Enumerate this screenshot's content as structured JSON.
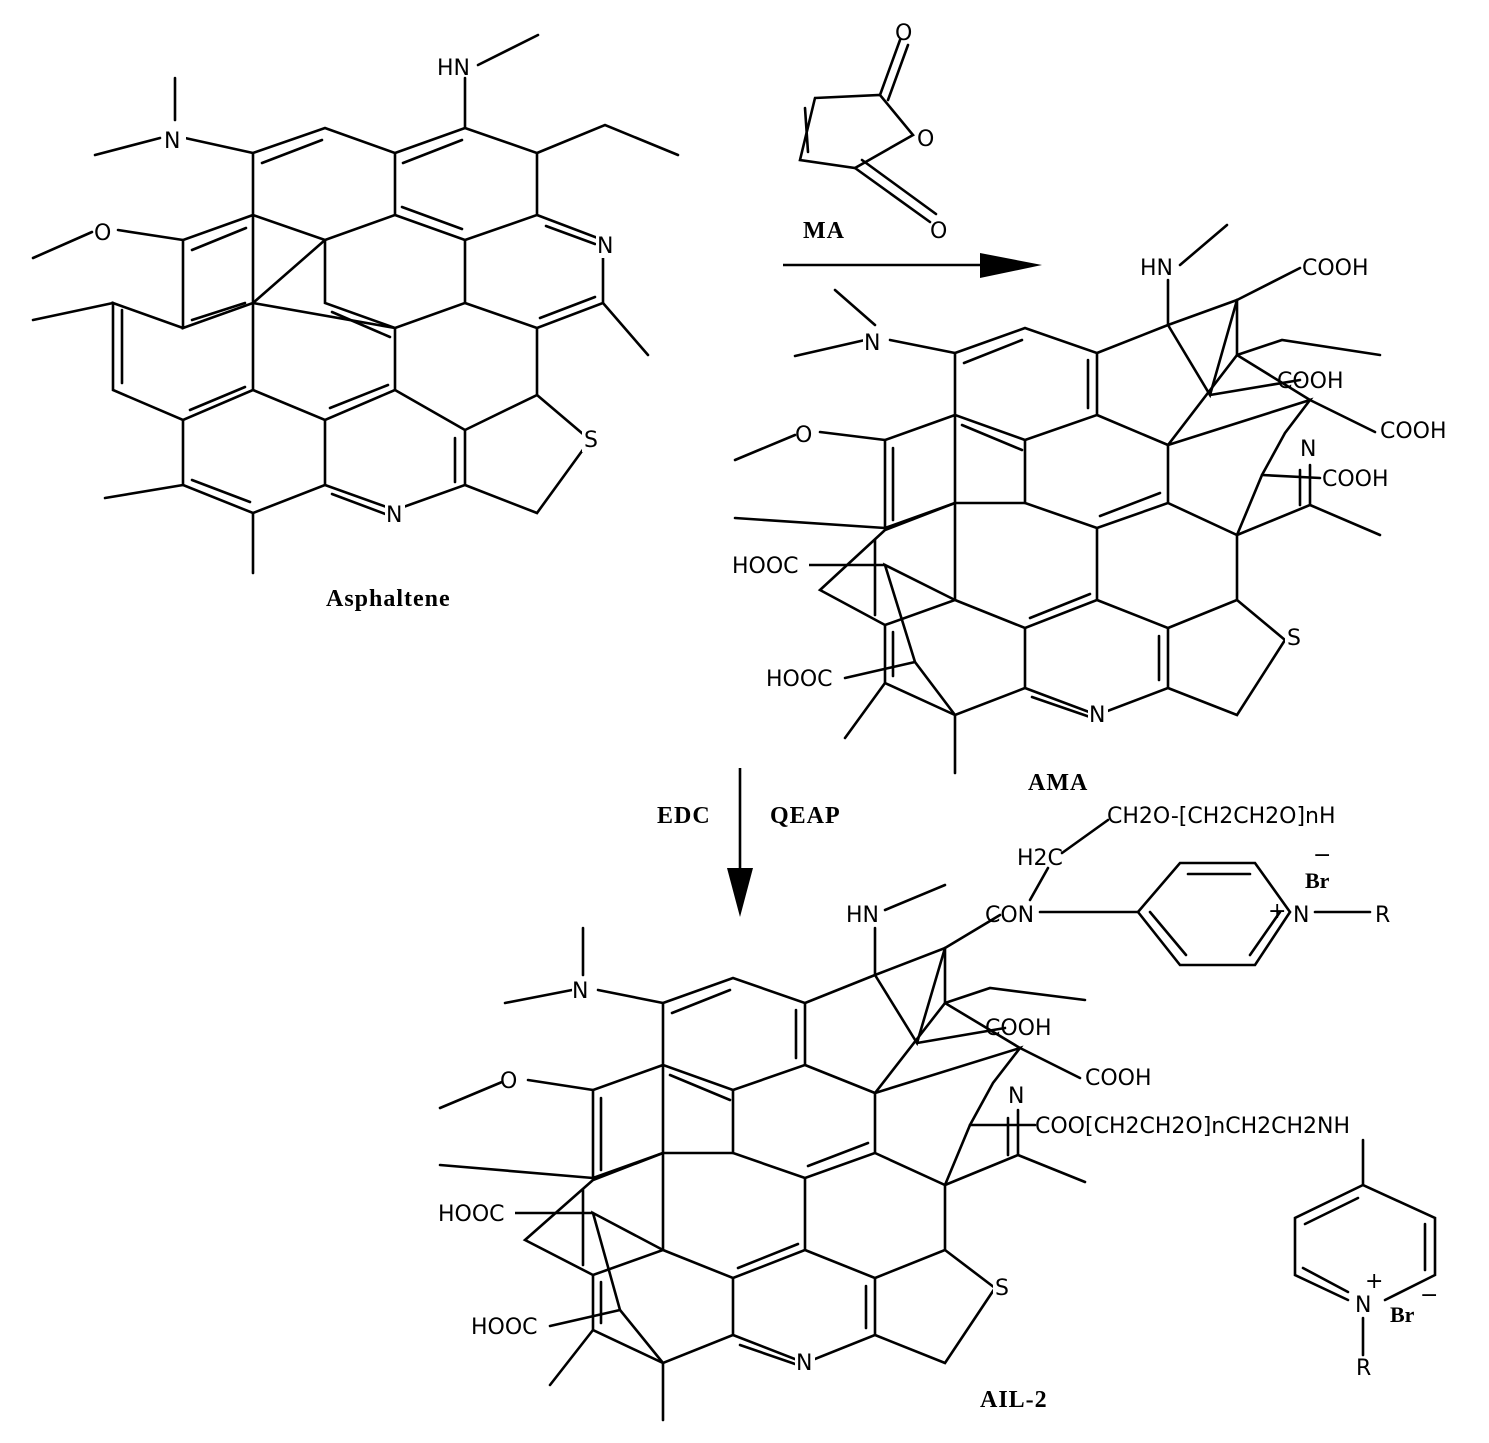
{
  "labels": {
    "asphaltene": "Asphaltene",
    "ma": "MA",
    "ama": "AMA",
    "edc": "EDC",
    "qeap": "QEAP",
    "ail2": "AIL-2"
  },
  "atoms": {
    "hn": "HN",
    "n": "N",
    "o": "O",
    "s": "S",
    "cooh": "COOH",
    "hooc": "HOOC",
    "con": "CON",
    "h2c": "H2C",
    "peg_chain": "CH2O-[CH2CH2O]nH",
    "ester_chain": "COO[CH2CH2O]nCH2CH2NH",
    "br": "Br",
    "r": "R",
    "plus": "+",
    "minus": "−"
  }
}
